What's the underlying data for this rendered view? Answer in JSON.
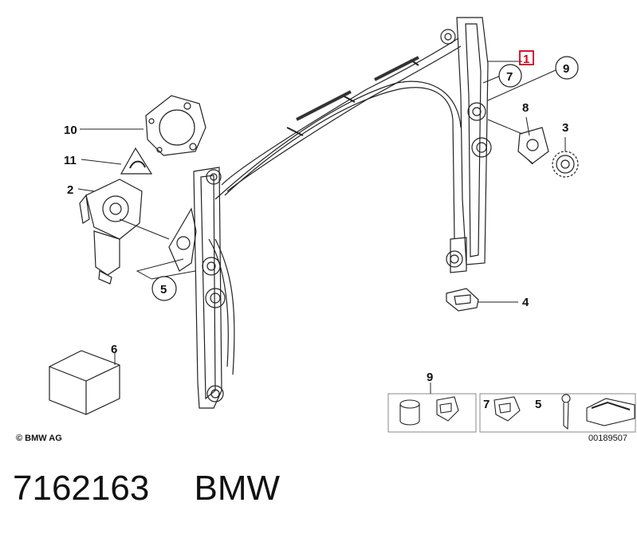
{
  "callouts": {
    "c1": "1",
    "c2": "2",
    "c3": "3",
    "c4": "4",
    "c5": "5",
    "c6": "6",
    "c7": "7",
    "c8": "8",
    "c9": "9",
    "c10": "10",
    "c11": "11",
    "box_9": "9",
    "box_7": "7",
    "box_5": "5"
  },
  "copyright": "© BMW AG",
  "drawing_number": "00189507",
  "part_number": "7162163",
  "brand": "BMW",
  "colors": {
    "highlight": "#d0021b",
    "ink": "#111111"
  }
}
